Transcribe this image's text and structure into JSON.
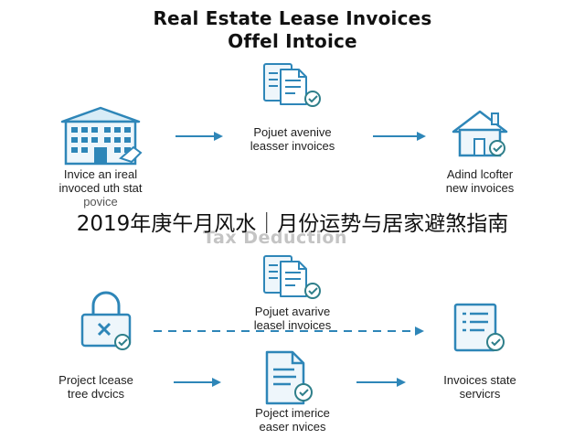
{
  "title": {
    "line1": "Real Estate Lease Invoices",
    "line2": "Offel Intoice"
  },
  "overlay_text": "2019年庚午月风水｜月份运势与居家避煞指南",
  "section_heading": "Tax Deduction",
  "colors": {
    "icon_blue": "#2e86b8",
    "icon_fill": "#d8ecf7",
    "check_green": "#2f7f8a"
  },
  "top_row": {
    "building": {
      "icon": "building-icon",
      "label": [
        "Invice an ireal",
        "invoced uth stat",
        "povice"
      ]
    },
    "document": {
      "icon": "document-check-icon",
      "label": [
        "Pojuet avenive",
        "leasser invoices"
      ]
    },
    "house": {
      "icon": "house-check-icon",
      "label": [
        "Adind lcofter",
        "new invoices"
      ]
    }
  },
  "bottom_rows": {
    "document": {
      "icon": "document-check-icon",
      "label": [
        "Pojuet avarive",
        "leasel invoices"
      ]
    },
    "lock": {
      "icon": "lock-check-icon",
      "label": [
        "Project lcease",
        "tree dvcics"
      ]
    },
    "clipboard": {
      "icon": "clipboard-check-icon",
      "label": [
        "Invoices state",
        "servicrs"
      ]
    },
    "page": {
      "icon": "document-page-icon",
      "label": [
        "Poject imerice",
        "easer nvices"
      ]
    }
  }
}
